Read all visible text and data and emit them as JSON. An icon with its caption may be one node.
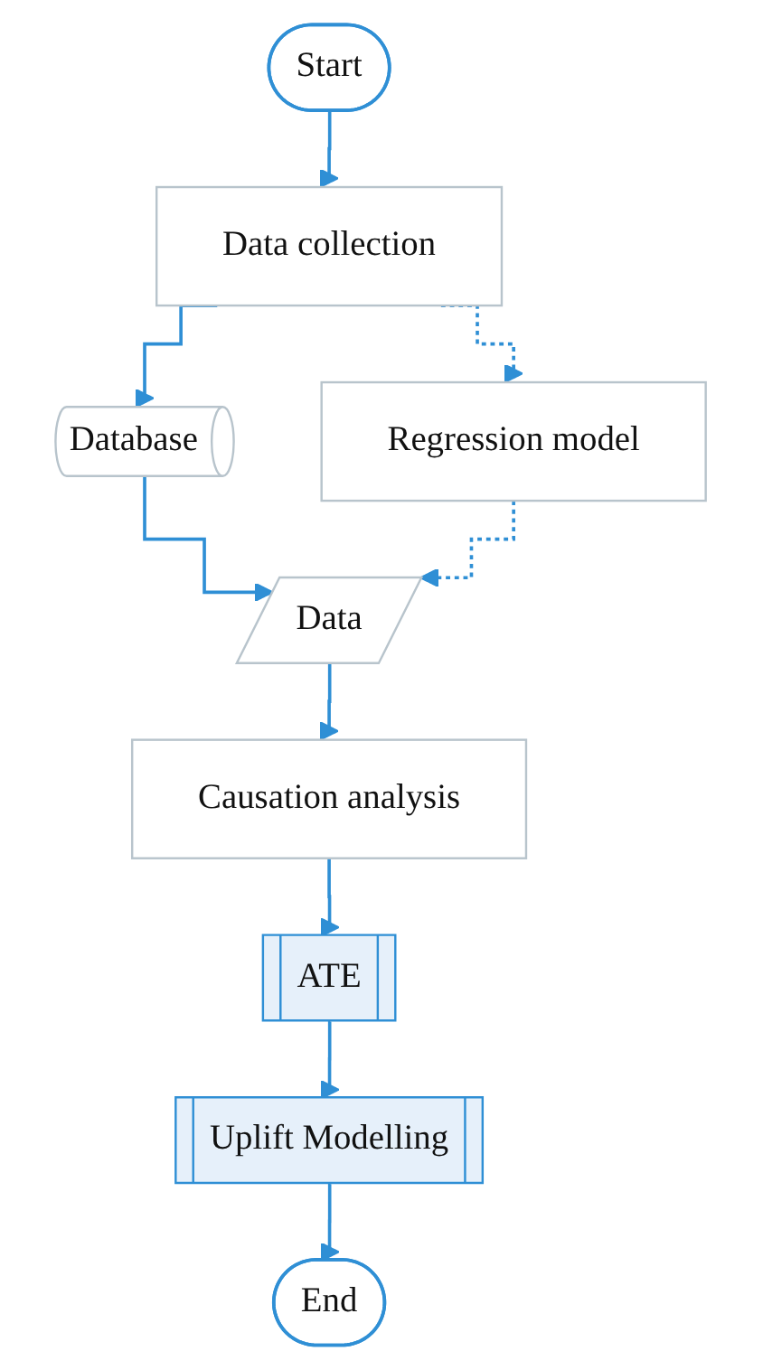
{
  "diagram": {
    "nodes": [
      {
        "text": [
          "Start"
        ]
      },
      {
        "text": [
          "Data collection"
        ]
      },
      {
        "text": [
          "Database"
        ]
      },
      {
        "text": [
          "Regression model"
        ]
      },
      {
        "text": [
          "Data"
        ]
      },
      {
        "text": [
          "Causation analysis"
        ]
      },
      {
        "text": [
          "ATE"
        ]
      },
      {
        "text": [
          "Uplift Modelling"
        ]
      },
      {
        "text": [
          "End"
        ]
      }
    ],
    "edges": [
      {
        "from": 0,
        "to": 1,
        "arrow": "to"
      },
      {
        "from": 1,
        "to": 2,
        "arrow": "to"
      },
      {
        "from": 1,
        "to": 3,
        "arrow": "to",
        "style": "dashed"
      },
      {
        "from": 2,
        "to": 4,
        "arrow": "to"
      },
      {
        "from": 3,
        "to": 4,
        "arrow": "to",
        "style": "dashed"
      },
      {
        "from": 4,
        "to": 5,
        "arrow": "to"
      },
      {
        "from": 5,
        "to": 6,
        "arrow": "to"
      },
      {
        "from": 6,
        "to": 7,
        "arrow": "to"
      },
      {
        "from": 7,
        "to": 8,
        "arrow": "to"
      }
    ]
  }
}
